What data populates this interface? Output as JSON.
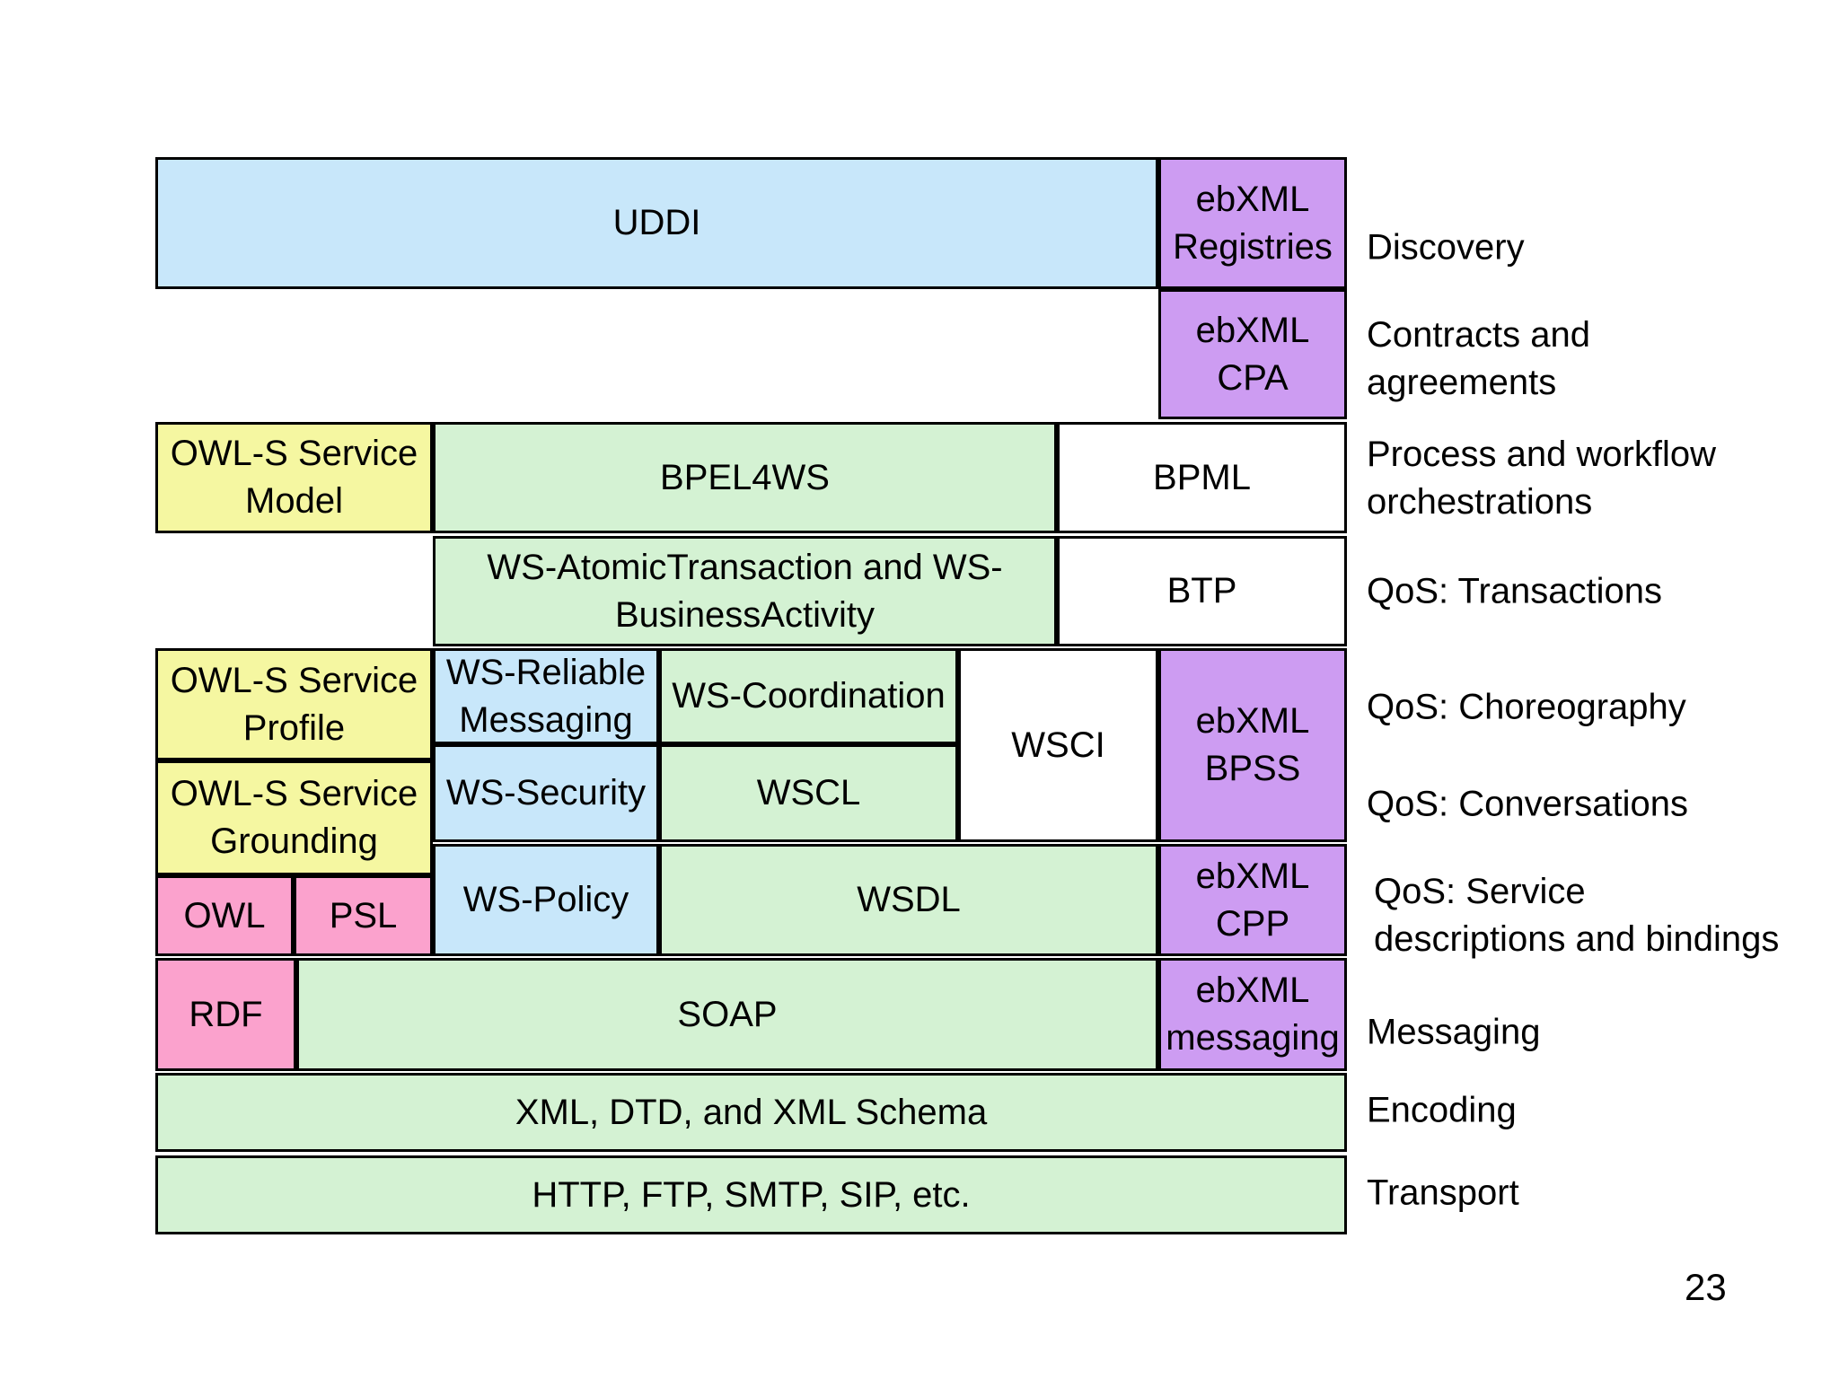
{
  "palette": {
    "light_blue": "#c8e7fa",
    "green": "#d4f2d3",
    "purple": "#cd9cf2",
    "yellow": "#f5f7a1",
    "pink": "#fba2cd",
    "white": "#ffffff",
    "border": "#000000",
    "text": "#000000"
  },
  "boxes": {
    "uddi": {
      "label": "UDDI",
      "color": "light_blue"
    },
    "ebxml_registries": {
      "label": "ebXML\nRegistries",
      "color": "purple"
    },
    "ebxml_cpa": {
      "label": "ebXML\nCPA",
      "color": "purple"
    },
    "owls_model": {
      "label": "OWL-S Service\nModel",
      "color": "yellow"
    },
    "bpel4ws": {
      "label": "BPEL4WS",
      "color": "green"
    },
    "bpml": {
      "label": "BPML",
      "color": "white"
    },
    "ws_atomic": {
      "label": "WS-AtomicTransaction and WS-\nBusinessActivity",
      "color": "green"
    },
    "btp": {
      "label": "BTP",
      "color": "white"
    },
    "owls_profile": {
      "label": "OWL-S Service\nProfile",
      "color": "yellow"
    },
    "ws_reliable": {
      "label": "WS-Reliable\nMessaging",
      "color": "light_blue"
    },
    "ws_coordination": {
      "label": "WS-Coordination",
      "color": "green"
    },
    "wsci": {
      "label": "WSCI",
      "color": "white"
    },
    "ebxml_bpss": {
      "label": "ebXML\nBPSS",
      "color": "purple"
    },
    "owls_grounding": {
      "label": "OWL-S Service\nGrounding",
      "color": "yellow"
    },
    "ws_security": {
      "label": "WS-Security",
      "color": "light_blue"
    },
    "wscl": {
      "label": "WSCL",
      "color": "green"
    },
    "owl": {
      "label": "OWL",
      "color": "pink"
    },
    "psl": {
      "label": "PSL",
      "color": "pink"
    },
    "ws_policy": {
      "label": "WS-Policy",
      "color": "light_blue"
    },
    "wsdl": {
      "label": "WSDL",
      "color": "green"
    },
    "ebxml_cpp": {
      "label": "ebXML\nCPP",
      "color": "purple"
    },
    "rdf": {
      "label": "RDF",
      "color": "pink"
    },
    "soap": {
      "label": "SOAP",
      "color": "green"
    },
    "ebxml_messaging": {
      "label": "ebXML\nmessaging",
      "color": "purple"
    },
    "xml_dtd": {
      "label": "XML, DTD, and XML Schema",
      "color": "green"
    },
    "http": {
      "label": "HTTP, FTP, SMTP, SIP, etc.",
      "color": "green"
    }
  },
  "row_labels": {
    "discovery": {
      "label": "Discovery"
    },
    "contracts": {
      "label": "Contracts and\nagreements"
    },
    "process": {
      "label": "Process and workflow\norchestrations"
    },
    "transactions": {
      "label": "QoS: Transactions"
    },
    "choreography": {
      "label": "QoS: Choreography"
    },
    "conversations": {
      "label": "QoS: Conversations"
    },
    "service_desc": {
      "label": "QoS: Service\ndescriptions and bindings"
    },
    "messaging": {
      "label": "Messaging"
    },
    "encoding": {
      "label": "Encoding"
    },
    "transport": {
      "label": "Transport"
    }
  },
  "page": {
    "number": "23"
  }
}
